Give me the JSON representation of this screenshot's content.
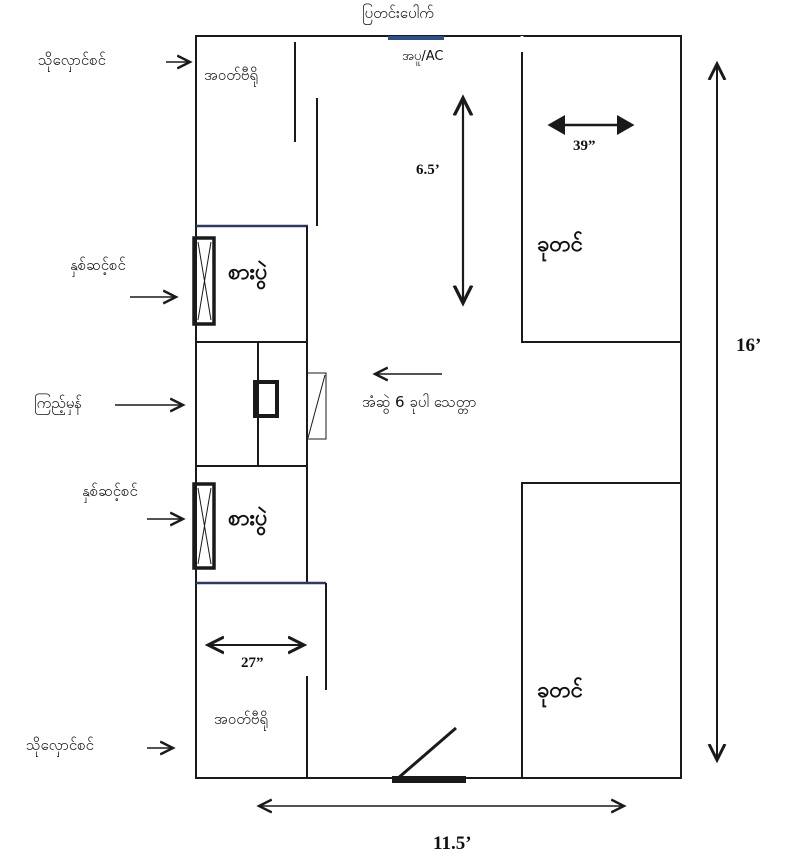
{
  "title": "Hotel room floor plan",
  "colors": {
    "wall": "#1a1a1a",
    "window_blue": "#2d4f8a",
    "background": "#ffffff"
  },
  "labels": {
    "window_top": "ပြတင်းပေါက်",
    "ac": "အပူ/AC",
    "bathroom_top": "အဝတ်ဗီရို",
    "bathroom_bottom": "အဝတ်ဗီရို",
    "closet_arrow_top": "သိုလှောင်စင်",
    "closet_arrow_bottom": "သိုလှောင်စင်",
    "shelf_arrow_top": "နှစ်ဆင့်စင်",
    "shelf_arrow_bottom": "နှစ်ဆင့်စင်",
    "table_top": "စားပွဲ",
    "table_bottom": "စားပွဲ",
    "mirror_arrow": "ကြည့်မှန်",
    "tv_note": "အံဆွဲ 6 ခုပါ သေတ္တာ",
    "bed_top": "ခုတင်",
    "bed_bottom": "ခုတင်"
  },
  "dimensions": {
    "bed_width": "39”",
    "aisle_length": "6.5’",
    "room_length": "16’",
    "closet_width": "27”",
    "room_width": "11.5’"
  }
}
